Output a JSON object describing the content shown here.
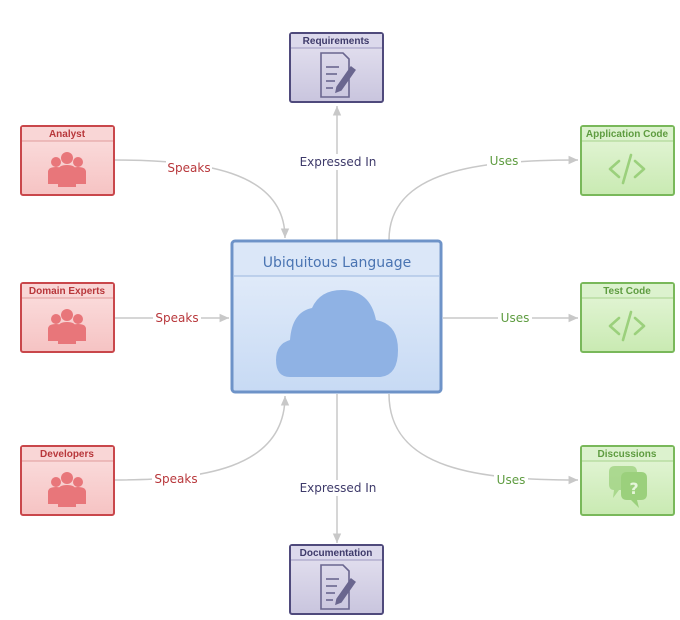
{
  "center": {
    "title": "Ubiquitous Language"
  },
  "nodes": {
    "analyst": {
      "title": "Analyst"
    },
    "domain_experts": {
      "title": "Domain Experts"
    },
    "developers": {
      "title": "Developers"
    },
    "requirements": {
      "title": "Requirements"
    },
    "documentation": {
      "title": "Documentation"
    },
    "application_code": {
      "title": "Application Code"
    },
    "test_code": {
      "title": "Test Code"
    },
    "discussions": {
      "title": "Discussions"
    }
  },
  "edges": {
    "analyst": "Speaks",
    "domain_experts": "Speaks",
    "developers": "Speaks",
    "requirements": "Expressed In",
    "documentation": "Expressed In",
    "application_code": "Uses",
    "test_code": "Uses",
    "discussions": "Uses"
  },
  "colors": {
    "people_fill": "#f9d2d2",
    "people_stroke": "#c9474b",
    "people_text": "#b8373b",
    "doc_fill": "#d9d6ea",
    "doc_stroke": "#4f4a7c",
    "doc_text": "#3e3a6a",
    "code_fill": "#d7f0c6",
    "code_stroke": "#79b85a",
    "code_text": "#5e9c40",
    "center_fill": "#d6e4f8",
    "center_stroke": "#6e93c8",
    "center_text": "#4a74b2",
    "edge": "#c8c8c8"
  }
}
